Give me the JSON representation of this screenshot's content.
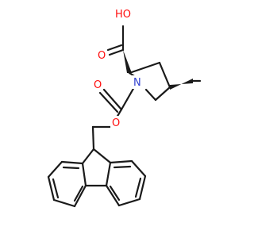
{
  "colors": {
    "bond": "#1a1a1a",
    "oxygen": "#ff0d0d",
    "nitrogen": "#2f3fd0"
  },
  "atoms": {
    "hydroxyl_oxygen": "HO",
    "carbonyl_oxygen_acid": "O",
    "ring_nitrogen": "N",
    "carbamate_carbonyl_oxygen": "O",
    "carbamate_ether_oxygen": "O"
  }
}
